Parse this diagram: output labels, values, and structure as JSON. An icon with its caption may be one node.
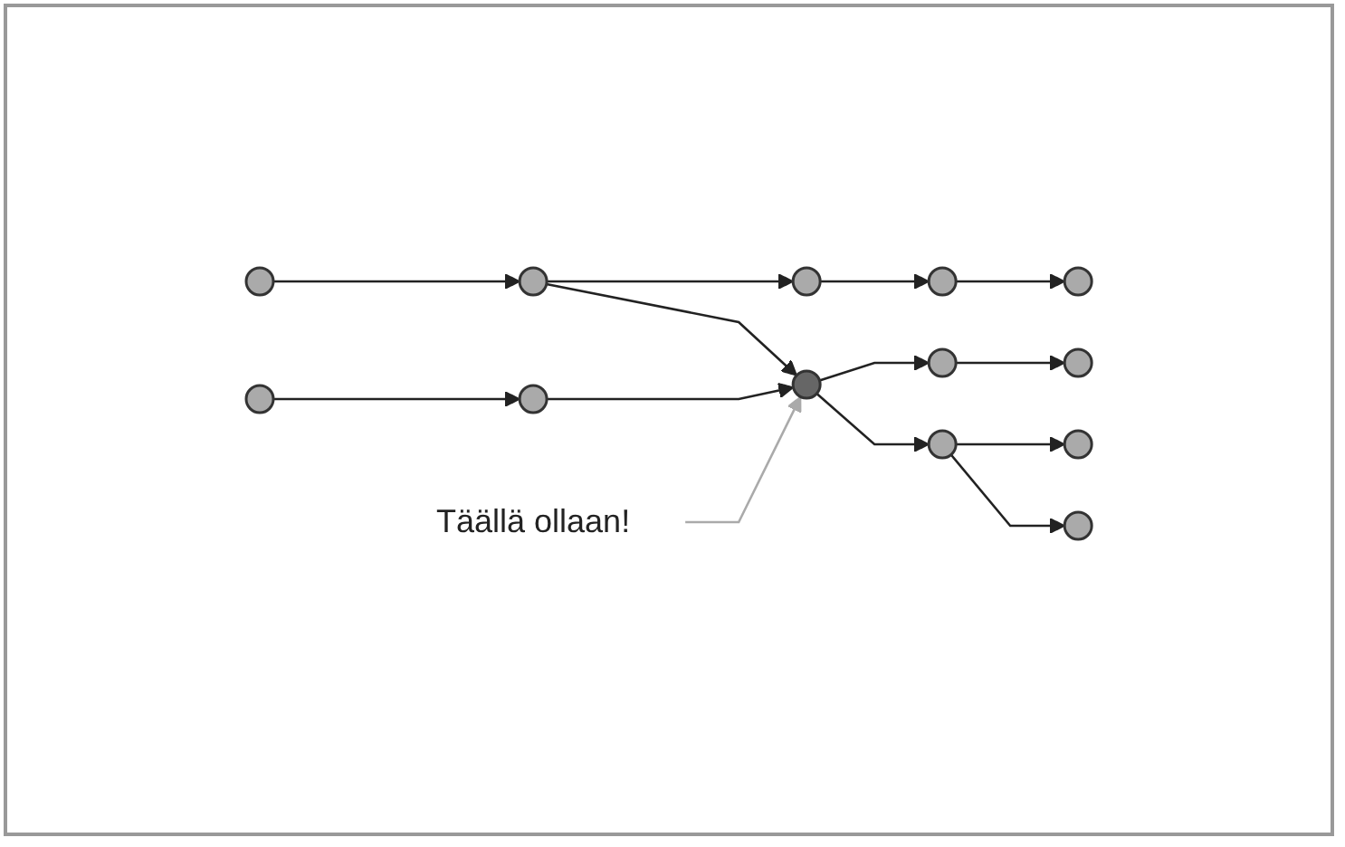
{
  "diagram": {
    "nodes": [
      {
        "text": [],
        "shape": "circle"
      },
      {
        "text": [],
        "shape": "circle"
      },
      {
        "text": [],
        "shape": "circle"
      },
      {
        "text": [],
        "shape": "circle"
      },
      {
        "text": [],
        "shape": "circle"
      },
      {
        "text": [],
        "shape": "circle"
      },
      {
        "text": [],
        "shape": "circle"
      },
      {
        "text": [],
        "shape": "circle"
      },
      {
        "text": [],
        "shape": "circle"
      },
      {
        "text": [],
        "shape": "circle"
      },
      {
        "text": [],
        "shape": "circle"
      },
      {
        "text": [],
        "shape": "circle"
      },
      {
        "text": [],
        "shape": "circle"
      },
      {
        "text": [
          "Täällä ollaan!"
        ]
      }
    ],
    "edges": [
      {
        "from": 0,
        "to": 2,
        "arrow": "to"
      },
      {
        "from": 2,
        "to": 4,
        "arrow": "to"
      },
      {
        "from": 1,
        "to": 3,
        "arrow": "to"
      },
      {
        "from": 3,
        "to": 4,
        "arrow": "to"
      },
      {
        "from": 3,
        "to": 5,
        "arrow": "to"
      },
      {
        "from": 5,
        "to": 8,
        "arrow": "to"
      },
      {
        "from": 8,
        "to": 12,
        "arrow": "to"
      },
      {
        "from": 4,
        "to": 6,
        "arrow": "to"
      },
      {
        "from": 4,
        "to": 7,
        "arrow": "to"
      },
      {
        "from": 6,
        "to": 9,
        "arrow": "to"
      },
      {
        "from": 6,
        "to": 10,
        "arrow": "to"
      },
      {
        "from": 7,
        "to": 11,
        "arrow": "to"
      },
      {
        "from": 13,
        "to": 4,
        "arrow": "to",
        "color": "#aaaaaa"
      }
    ]
  }
}
